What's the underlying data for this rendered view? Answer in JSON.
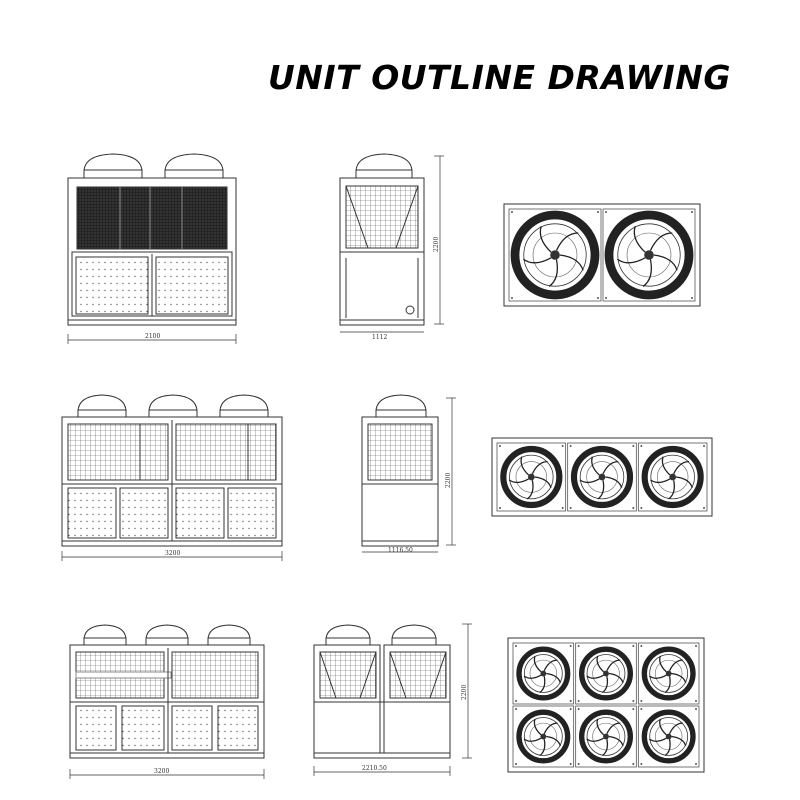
{
  "title": "UNIT OUTLINE DRAWING",
  "rows": [
    {
      "front_width": "2100",
      "side_width": "1112",
      "side_height": "2200",
      "top_fans": 2,
      "top_fan_rows": 1
    },
    {
      "front_width": "3200",
      "side_width": "1116.50",
      "side_height": "2200",
      "top_fans": 3,
      "top_fan_rows": 1
    },
    {
      "front_width": "3200",
      "side_width": "2210.50",
      "side_height": "2200",
      "top_fans": 3,
      "top_fan_rows": 2
    }
  ]
}
